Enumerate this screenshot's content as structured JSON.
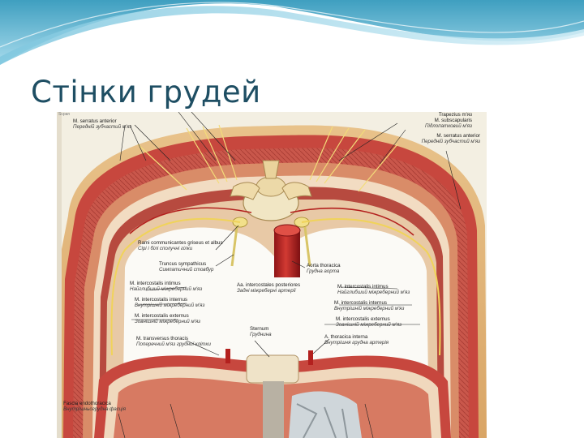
{
  "slide": {
    "title": "Стінки грудей"
  },
  "figure": {
    "corner_mark": "Scpan",
    "labels": [
      {
        "id": "serratus-left",
        "latin": "M. serratus anterior",
        "ukr": "Передній зубчастий м'яз"
      },
      {
        "id": "trapezius",
        "latin": "Trapezius m'яз",
        "ukr": "M. subscapularis"
      },
      {
        "id": "subscapularis",
        "latin": "Підлопатковий м'яз",
        "ukr": ""
      },
      {
        "id": "serratus-right",
        "latin": "M. serratus anterior",
        "ukr": "Передній зубчастий м'яз"
      },
      {
        "id": "rami",
        "latin": "Rami communicantes griseus et albus",
        "ukr": "Сірі і білі сполучні гілки"
      },
      {
        "id": "truncus",
        "latin": "Truncus sympathicus",
        "ukr": "Симпатичний стовбур"
      },
      {
        "id": "aorta",
        "latin": "Aorta thoracica",
        "ukr": "Грудна аорта"
      },
      {
        "id": "intimus-left",
        "latin": "M. intercostalis intimus",
        "ukr": "Найглибший міжреберний м'яз"
      },
      {
        "id": "aa-intercostales",
        "latin": "Aa. intercostales posteriores",
        "ukr": "Задні міжреберні артерії"
      },
      {
        "id": "intimus-right",
        "latin": "M. intercostalis intimus",
        "ukr": "Найглибший міжреберний м'яз"
      },
      {
        "id": "internus-left",
        "latin": "M. intercostalis internus",
        "ukr": "Внутрішній міжреберний м'яз"
      },
      {
        "id": "internus-right",
        "latin": "M. intercostalis internus",
        "ukr": "Внутрішній міжреберний м'яз"
      },
      {
        "id": "externus-left",
        "latin": "M. intercostalis externus",
        "ukr": "Зовнішній міжреберний м'яз"
      },
      {
        "id": "externus-right",
        "latin": "M. intercostalis externus",
        "ukr": "Зовнішній міжреберний м'яз"
      },
      {
        "id": "transversus",
        "latin": "M. transversus thoracis",
        "ukr": "Поперечний м'яз грудної клітки"
      },
      {
        "id": "sternum",
        "latin": "Sternum",
        "ukr": "Груднина"
      },
      {
        "id": "a-thoracica",
        "latin": "A. thoracica interna",
        "ukr": "Внутрішня грудна артерія"
      },
      {
        "id": "fascia",
        "latin": "Fascia endothoracica",
        "ukr": "Внутрішньогрудна фасція"
      }
    ]
  }
}
